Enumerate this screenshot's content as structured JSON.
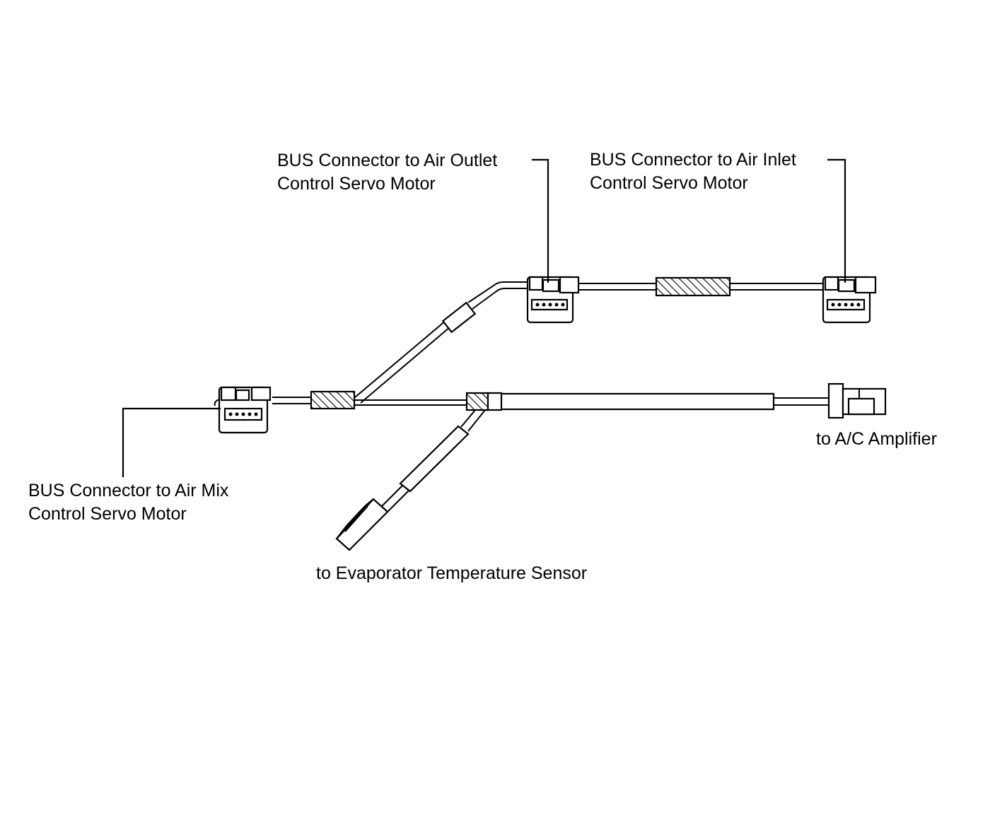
{
  "labels": {
    "air_outlet": [
      "BUS Connector to Air Outlet",
      "Control Servo Motor"
    ],
    "air_inlet": [
      "BUS Connector to Air Inlet",
      "Control Servo Motor"
    ],
    "air_mix": [
      "BUS Connector to Air Mix",
      "Control Servo Motor"
    ],
    "ac_amplifier": "to A/C Amplifier",
    "evaporator": "to Evaporator Temperature Sensor"
  },
  "colors": {
    "line": "#000000",
    "background": "#ffffff"
  }
}
